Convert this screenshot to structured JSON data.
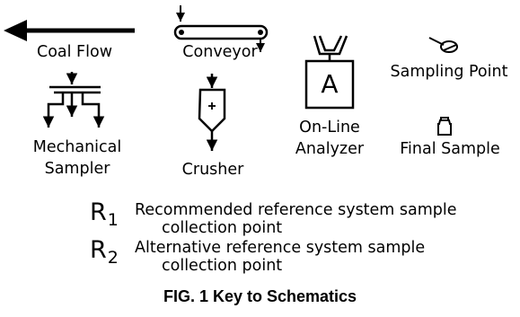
{
  "symbols": {
    "coal_flow": "Coal Flow",
    "conveyor": "Conveyor",
    "mechanical_sampler_line1": "Mechanical",
    "mechanical_sampler_line2": "Sampler",
    "crusher": "Crusher",
    "online_analyzer_letter": "A",
    "online_analyzer_line1": "On-Line",
    "online_analyzer_line2": "Analyzer",
    "sampling_point": "Sampling Point",
    "final_sample": "Final Sample"
  },
  "references": [
    {
      "symbol": "R",
      "subscript": "1",
      "line1": "Recommended reference system sample",
      "line2": "collection point"
    },
    {
      "symbol": "R",
      "subscript": "2",
      "line1": "Alternative reference system sample",
      "line2": "collection point"
    }
  ],
  "caption": "FIG. 1 Key to Schematics"
}
